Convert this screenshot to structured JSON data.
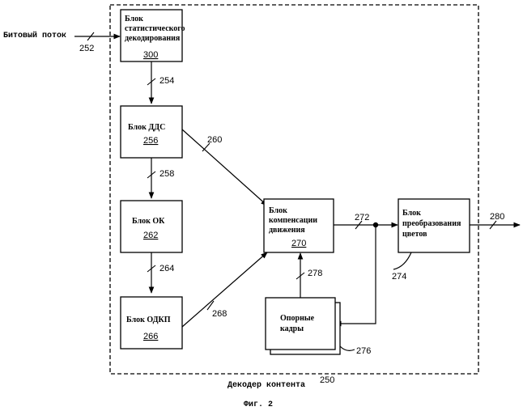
{
  "input_label": "Битовый поток",
  "decoder_label": "Декодер контента",
  "figure_caption": "Фиг. 2",
  "blocks": {
    "entropy": {
      "line1": "Блок",
      "line2": "статистического",
      "line3": "декодирования",
      "ref": "300"
    },
    "dds": {
      "line1": "Блок ДДС",
      "ref": "256"
    },
    "ok": {
      "line1": "Блок ОК",
      "ref": "262"
    },
    "odkp": {
      "line1": "Блок ОДКП",
      "ref": "266"
    },
    "motion": {
      "line1": "Блок",
      "line2": "компенсации",
      "line3": "движения",
      "ref": "270"
    },
    "color": {
      "line1": "Блок",
      "line2": "преобразования",
      "line3": "цветов"
    },
    "frames": {
      "line1": "Опорные",
      "line2": "кадры"
    }
  },
  "refs": {
    "decoder": "250",
    "bitstream": "252",
    "l254": "254",
    "l258": "258",
    "l260": "260",
    "l264": "264",
    "l268": "268",
    "l272": "272",
    "color_block": "274",
    "frames_block": "276",
    "l278": "278",
    "output": "280"
  }
}
